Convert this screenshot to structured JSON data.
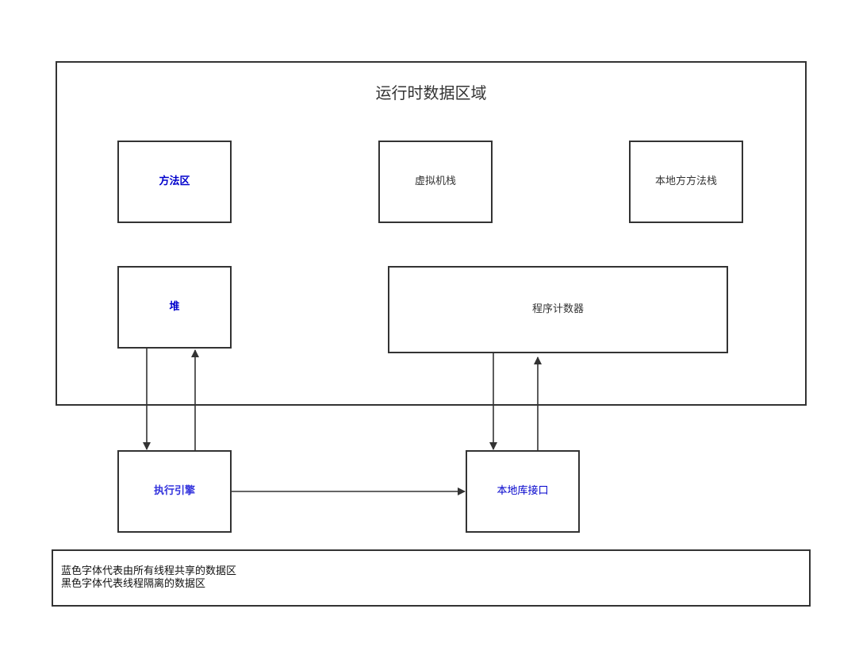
{
  "diagram": {
    "runtime_area": {
      "title": "运行时数据区域"
    },
    "boxes": {
      "method_area": "方法区",
      "vm_stack": "虚拟机栈",
      "native_method_stack": "本地方方法栈",
      "heap": "堆",
      "program_counter": "程序计数器",
      "execution_engine": "执行引擎",
      "native_interface": "本地库接口"
    },
    "legend": {
      "line1": "蓝色字体代表由所有线程共享的数据区",
      "line2": "黑色字体代表线程隔离的数据区"
    },
    "colors": {
      "shared_text": "#0000cc",
      "isolated_text": "#333333",
      "stroke": "#333333"
    }
  }
}
